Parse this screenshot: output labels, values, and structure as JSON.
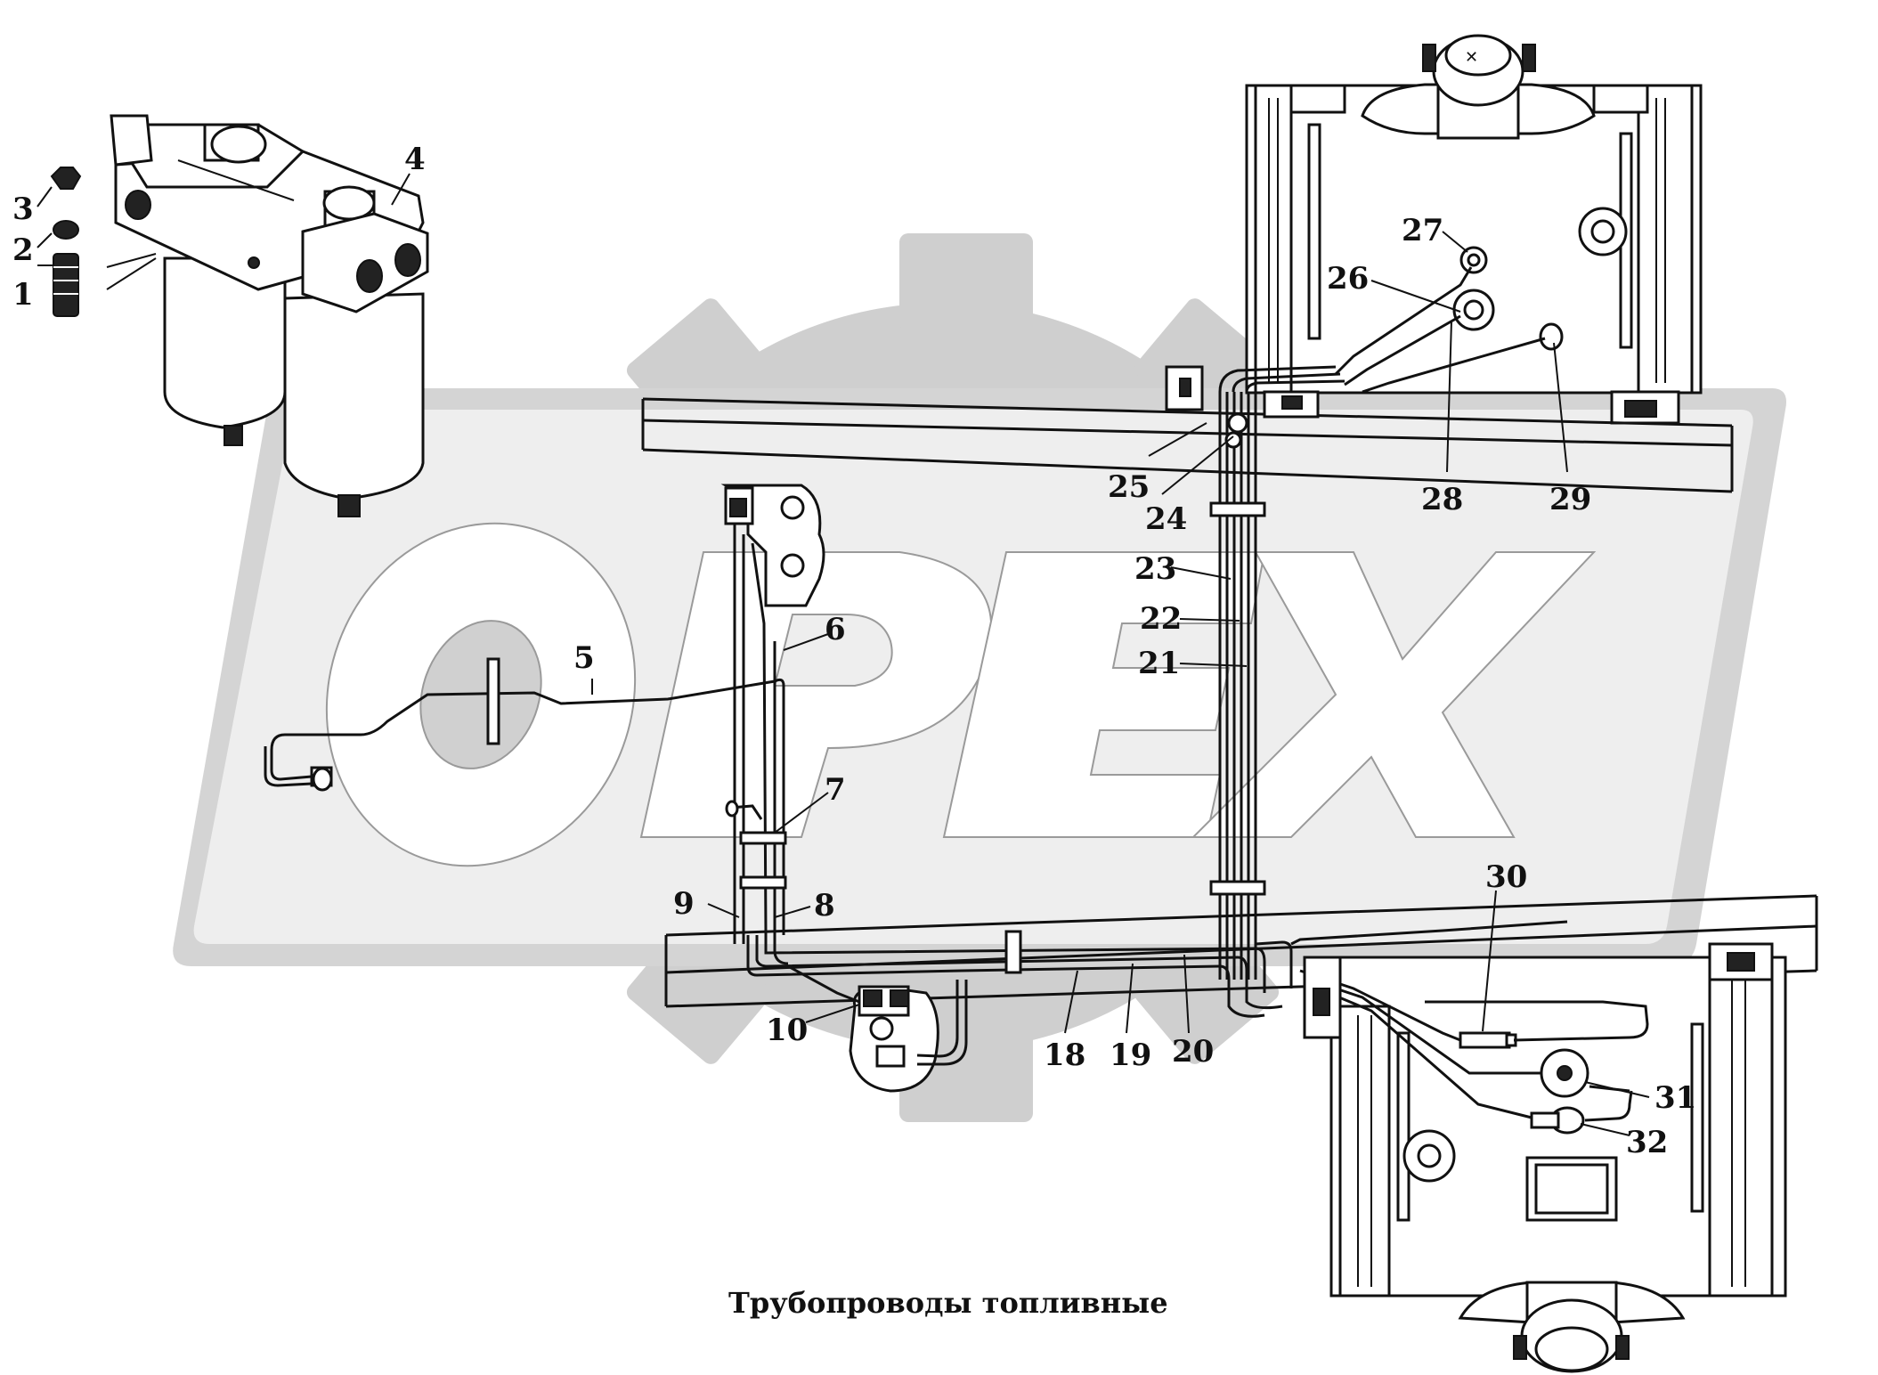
{
  "caption": "Трубопроводы топливные",
  "watermark": {
    "text": "OPEX",
    "color": "#c9c9c9"
  },
  "callouts": [
    {
      "label": "1"
    },
    {
      "label": "2"
    },
    {
      "label": "3"
    },
    {
      "label": "4"
    },
    {
      "label": "5"
    },
    {
      "label": "6"
    },
    {
      "label": "7"
    },
    {
      "label": "8"
    },
    {
      "label": "9"
    },
    {
      "label": "10"
    },
    {
      "label": "18"
    },
    {
      "label": "19"
    },
    {
      "label": "20"
    },
    {
      "label": "21"
    },
    {
      "label": "22"
    },
    {
      "label": "23"
    },
    {
      "label": "24"
    },
    {
      "label": "25"
    },
    {
      "label": "26"
    },
    {
      "label": "27"
    },
    {
      "label": "28"
    },
    {
      "label": "29"
    },
    {
      "label": "30"
    },
    {
      "label": "31"
    },
    {
      "label": "32"
    }
  ],
  "icons": {
    "fuel_filter": "fuel-filter-icon",
    "fuel_tank_upper": "fuel-tank-icon",
    "fuel_tank_lower": "fuel-tank-icon",
    "hand_pump": "pump-icon"
  }
}
